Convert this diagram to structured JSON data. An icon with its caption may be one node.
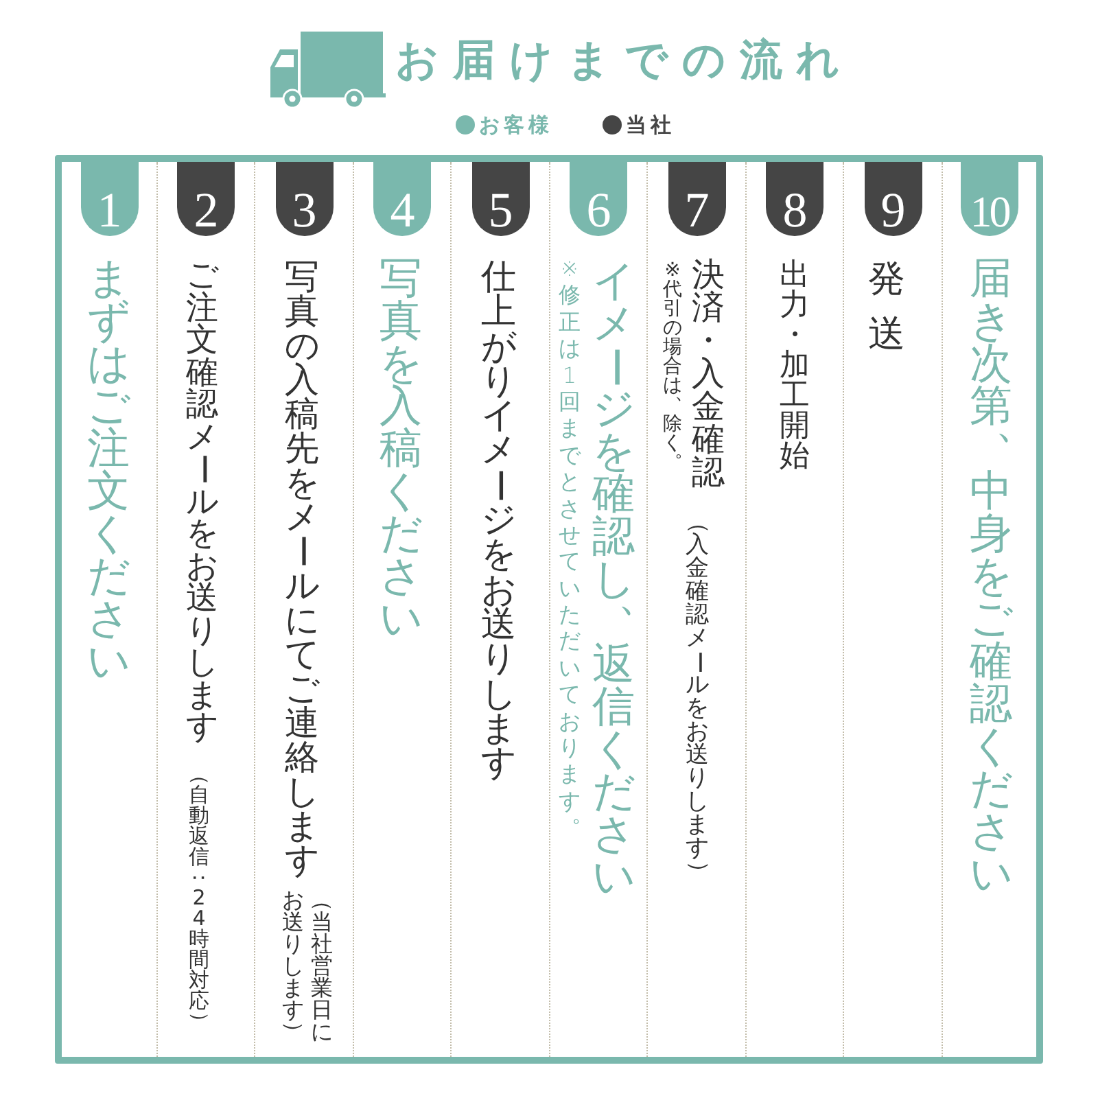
{
  "diagram": {
    "title": "お届けまでの流れ",
    "nodes": [
      {
        "text": [
          "まずはご注文ください"
        ]
      },
      {
        "text": [
          "1"
        ],
        "in": 0
      },
      {
        "text": [
          "ご注文確認メールをお送りします",
          "（自動返信：24時間対応）"
        ]
      },
      {
        "text": [
          "2"
        ],
        "in": 2
      },
      {
        "text": [
          "写真の入稿先をメールにてご連絡します",
          "（当社営業日にお送りします）"
        ]
      },
      {
        "text": [
          "3"
        ],
        "in": 4
      },
      {
        "text": [
          "写真を入稿ください"
        ]
      },
      {
        "text": [
          "4"
        ],
        "in": 6
      },
      {
        "text": [
          "仕上がりイメージをお送りします"
        ]
      },
      {
        "text": [
          "5"
        ],
        "in": 8
      },
      {
        "text": [
          "イメージを確認し、返信ください",
          "※修正は1回までとさせていただいております。"
        ]
      },
      {
        "text": [
          "6"
        ],
        "in": 10
      },
      {
        "text": [
          "※代引の場合は、除く。",
          "決済・入金確認",
          "（入金確認メールをお送りします）"
        ]
      },
      {
        "text": [
          "7"
        ],
        "in": 12
      },
      {
        "text": [
          "出力・加工開始"
        ]
      },
      {
        "text": [
          "8"
        ],
        "in": 14
      },
      {
        "text": [
          "発送"
        ]
      },
      {
        "text": [
          "9"
        ],
        "in": 16
      },
      {
        "text": [
          "届き次第、中身をご確認ください"
        ]
      },
      {
        "text": [
          "10"
        ],
        "in": 18
      }
    ],
    "legend": [
      {
        "text": "お客様",
        "color": "#7ab8ad"
      },
      {
        "text": "当社",
        "color": "#454545"
      }
    ]
  }
}
